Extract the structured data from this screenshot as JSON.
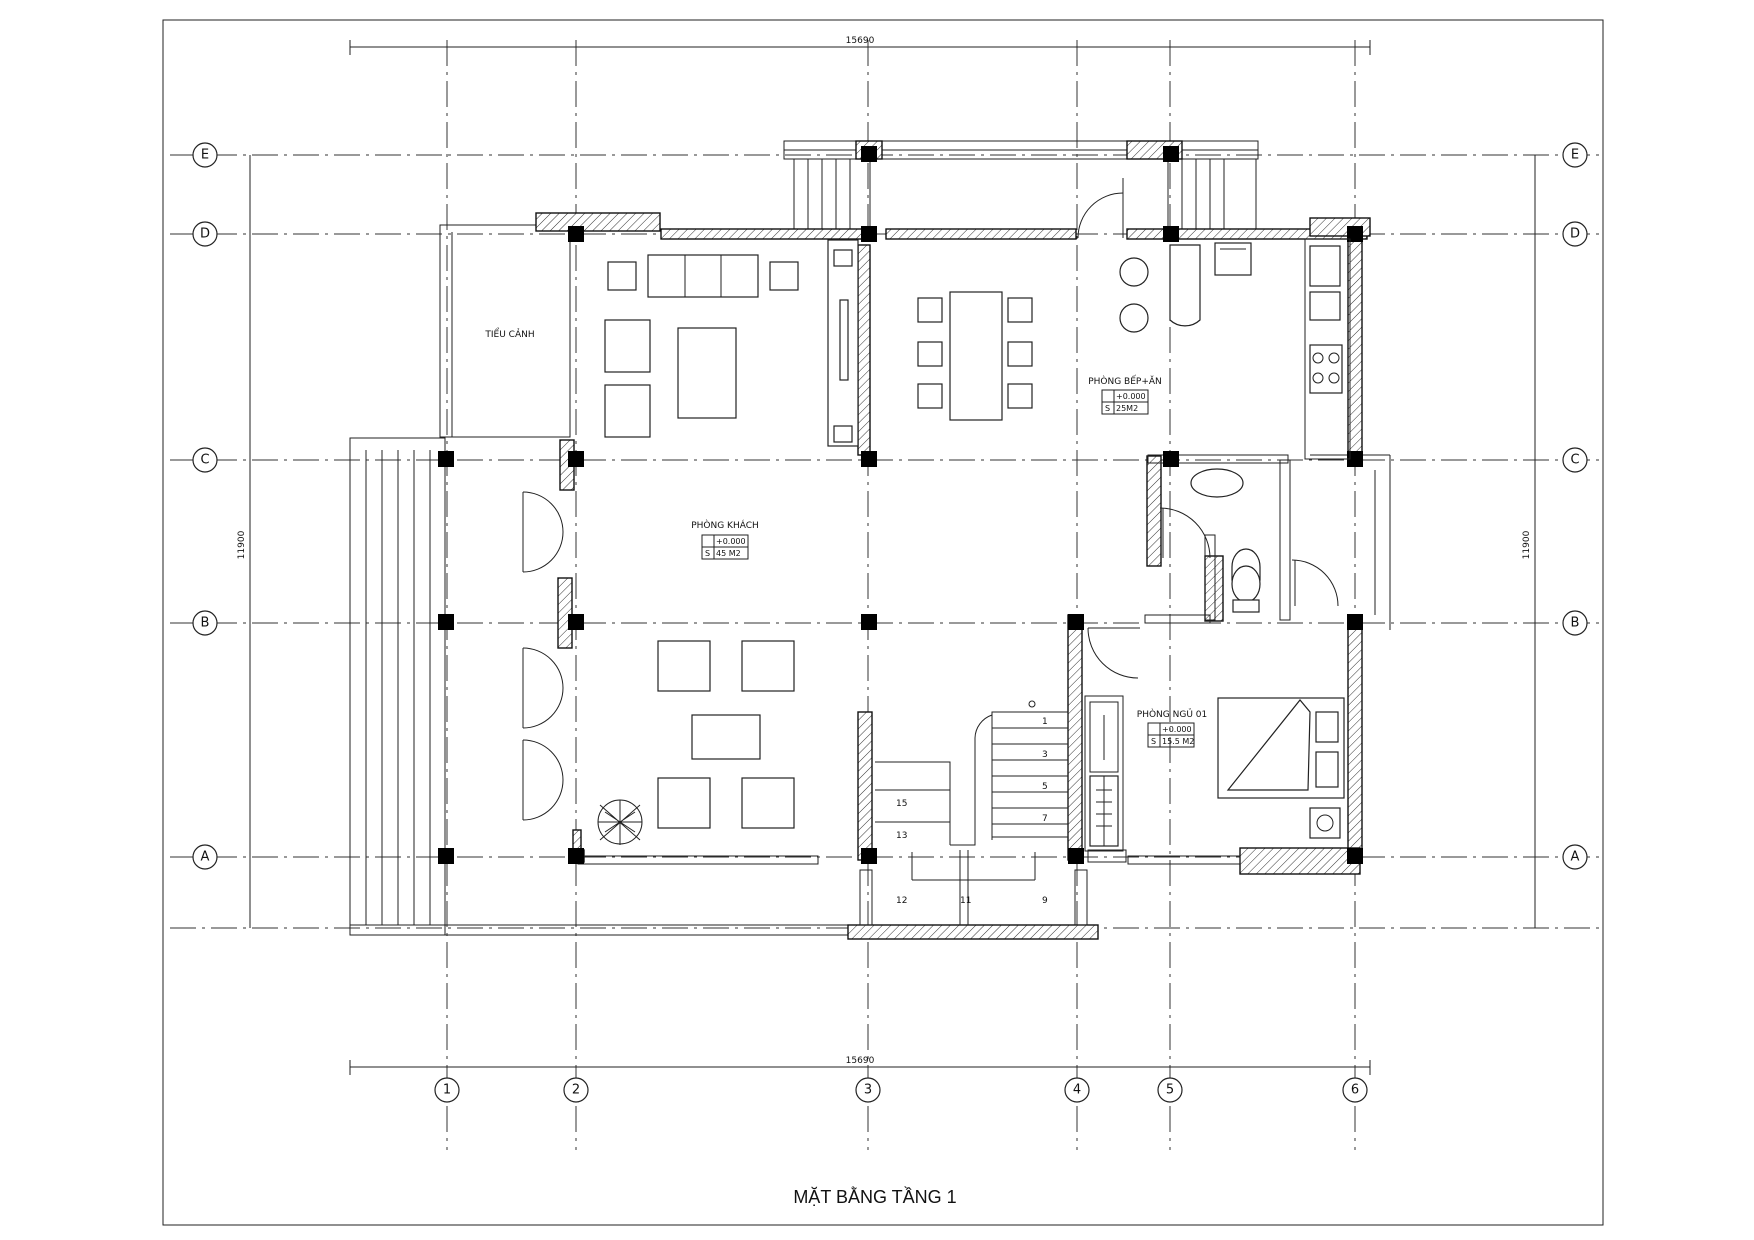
{
  "drawing": {
    "title": "MẶT BẰNG TẦNG 1",
    "dim_top": "15690",
    "dim_bottom": "15690",
    "dim_left": "11900",
    "dim_right": "11900"
  },
  "axes": {
    "rows": [
      "E",
      "D",
      "C",
      "B",
      "A"
    ],
    "cols": [
      "1",
      "2",
      "3",
      "4",
      "5",
      "6"
    ]
  },
  "rooms": {
    "tieu_canh": {
      "name": "TIỂU CẢNH"
    },
    "phong_khach": {
      "name": "PHÒNG KHÁCH",
      "level": "+0.000",
      "area_label": "S",
      "area": "45 M2"
    },
    "phong_bep_an": {
      "name": "PHÒNG BẾP+ĂN",
      "level": "+0.000",
      "area_label": "S",
      "area": "25M2"
    },
    "phong_ngu_01": {
      "name": "PHÒNG NGỦ 01",
      "level": "+0.000",
      "area_label": "S",
      "area": "15.5 M2"
    }
  },
  "stairs": {
    "steps": [
      "1",
      "3",
      "5",
      "7",
      "9",
      "11",
      "12",
      "13",
      "15"
    ]
  },
  "colors": {
    "line": "#222222",
    "background": "#ffffff"
  }
}
